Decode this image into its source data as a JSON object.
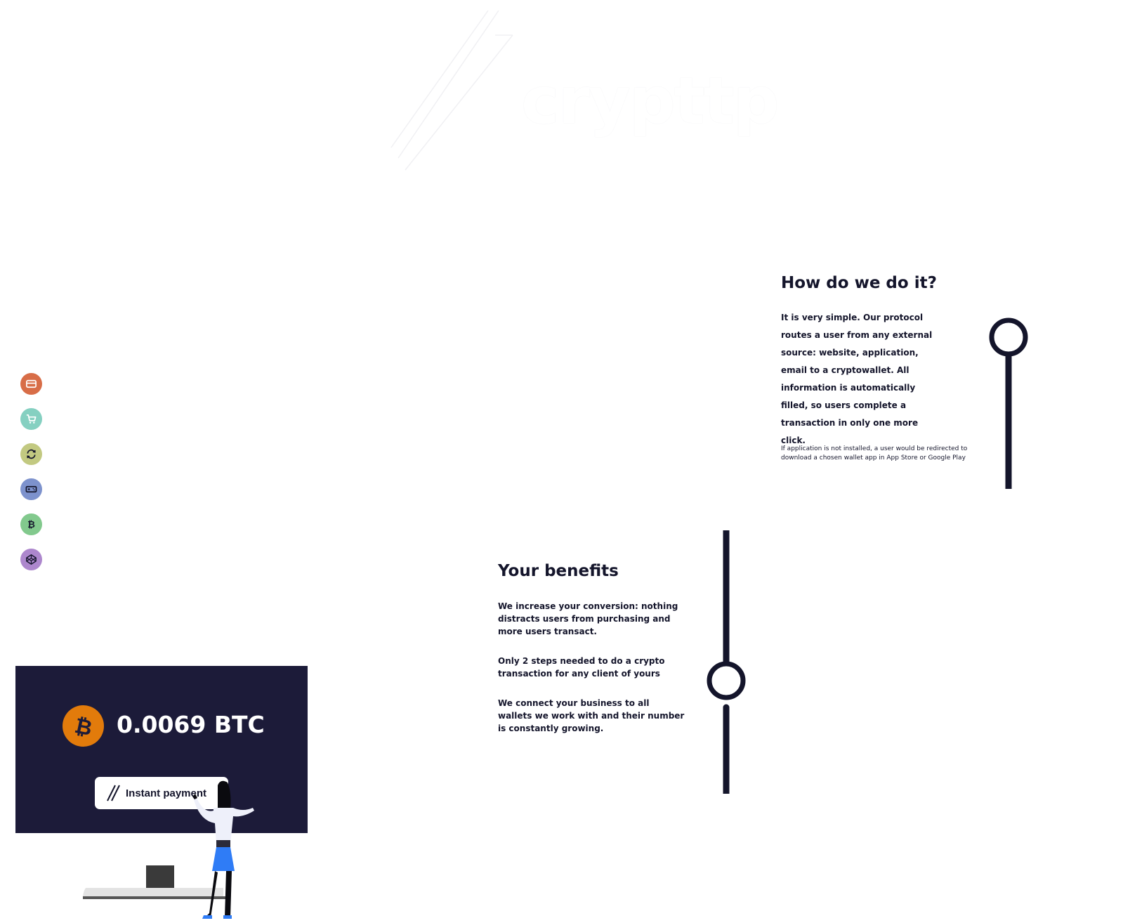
{
  "brand": {
    "logo_text": "crypttp"
  },
  "left_section": {
    "title": "",
    "subtitle": "",
    "features": [
      {
        "icon": "card-icon",
        "color": "#d86d47",
        "label": ""
      },
      {
        "icon": "cart-icon",
        "color": "#85d0c1",
        "label": ""
      },
      {
        "icon": "refresh-icon",
        "color": "#c2c981",
        "label": ""
      },
      {
        "icon": "gamepad-icon",
        "color": "#7d92cd",
        "label": ""
      },
      {
        "icon": "bitcoin-icon",
        "color": "#82c98d",
        "label": ""
      },
      {
        "icon": "codepen-icon",
        "color": "#ad87cd",
        "label": ""
      }
    ]
  },
  "payment_card": {
    "amount": "0.0069 BTC",
    "button_label": "Instant payment",
    "coin_color": "#e27b0b",
    "screen_color": "#1c1b39"
  },
  "how": {
    "title": "How do we do it?",
    "body": "It is very simple. Our protocol routes a user from any external source: website, application, email to a cryptowallet. All information is automatically filled, so users complete a transaction in only one more click.",
    "note": "If application is not installed, a user would be redirected to download a chosen wallet app in App Store or Google Play"
  },
  "benefits": {
    "title": "Your benefits",
    "items": [
      "We increase your conversion: nothing distracts users from purchasing and more users transact.",
      "Only 2 steps needed to do a crypto transaction for any client of yours",
      "We connect your business to all wallets we work with and their number is constantly growing."
    ]
  },
  "colors": {
    "navy": "#14152b"
  }
}
